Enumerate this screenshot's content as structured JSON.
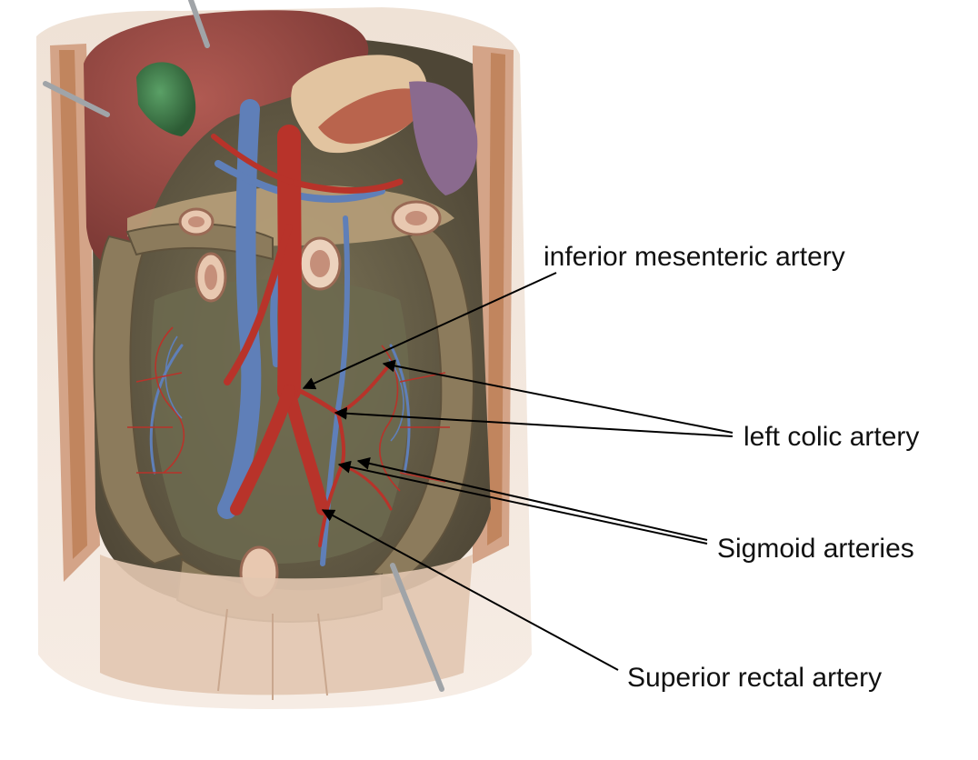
{
  "labels": {
    "inferior_mesenteric": "inferior mesenteric artery",
    "left_colic": "left colic artery",
    "sigmoid": "Sigmoid arteries",
    "superior_rectal": "Superior rectal artery"
  },
  "colors": {
    "artery": "#b8332a",
    "vein": "#5f7fb8",
    "liver": "#9a4a45",
    "gallbladder": "#3f7a48",
    "colon": "#8a7a5e",
    "background_tissue": "#6f6650",
    "skin": "#e9d7c8",
    "muscle_wall": "#c98a6c",
    "leader_line": "#000000"
  }
}
